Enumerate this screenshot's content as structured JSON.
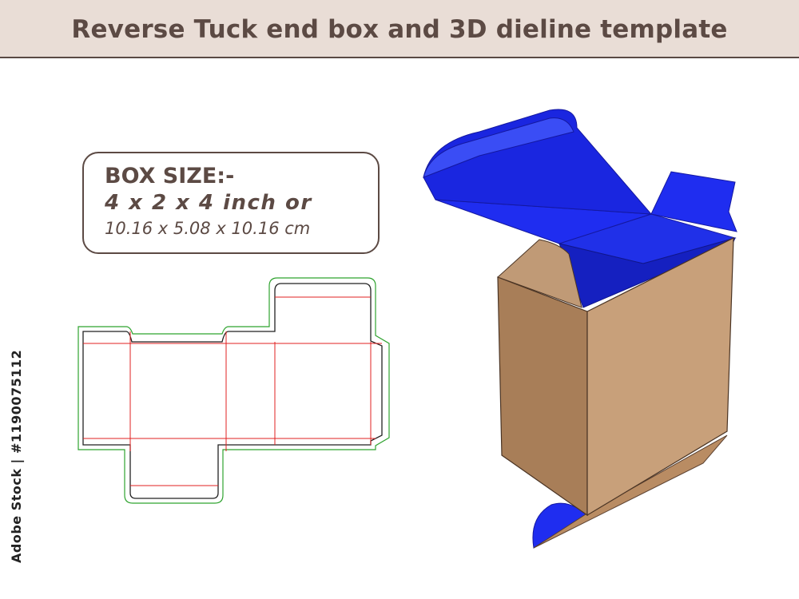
{
  "header": {
    "title": "Reverse Tuck end box and 3D dieline template"
  },
  "box_size": {
    "heading": "BOX SIZE:-",
    "inch": "4 x 2 x 4 inch or",
    "cm": "10.16 x 5.08 x 10.16 cm"
  },
  "stock_id": "Adobe Stock | #1190075112",
  "colors": {
    "header_bg": "#e9ddd6",
    "text": "#5c4a44",
    "bleed_line": "#2fa32f",
    "cut_line": "#222222",
    "fold_line": "#e02020",
    "box_interior": "#1f2df0",
    "box_kraft_light": "#c8a07a",
    "box_kraft_dark": "#a87e58"
  }
}
